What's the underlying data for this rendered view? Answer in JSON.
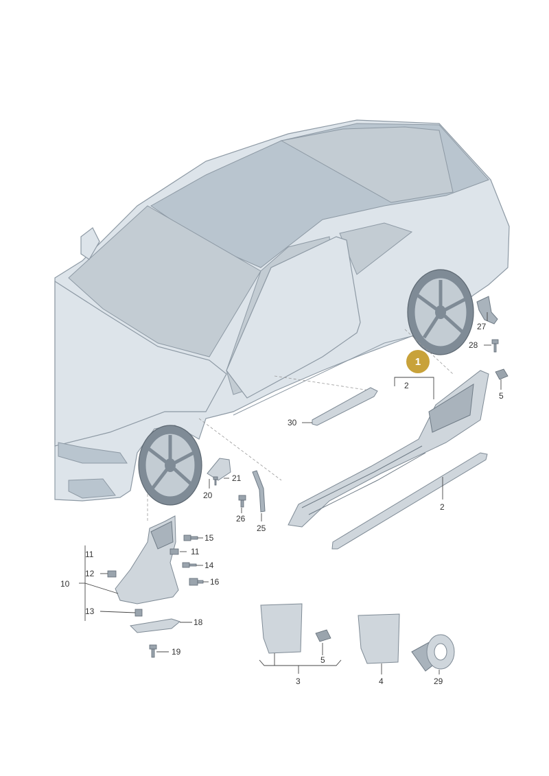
{
  "badge": {
    "label": "1",
    "color": "#c8a23a"
  },
  "highlight_color": "#c8a23a",
  "callouts": {
    "c2a": "2",
    "c2b": "2",
    "c3": "3",
    "c4": "4",
    "c5a": "5",
    "c5b": "5",
    "c10": "10",
    "c11a": "11",
    "c11b": "11",
    "c12": "12",
    "c13": "13",
    "c14": "14",
    "c15": "15",
    "c16": "16",
    "c18": "18",
    "c19": "19",
    "c20": "20",
    "c21": "21",
    "c25": "25",
    "c26": "26",
    "c27": "27",
    "c28": "28",
    "c29": "29",
    "c30": "30"
  }
}
